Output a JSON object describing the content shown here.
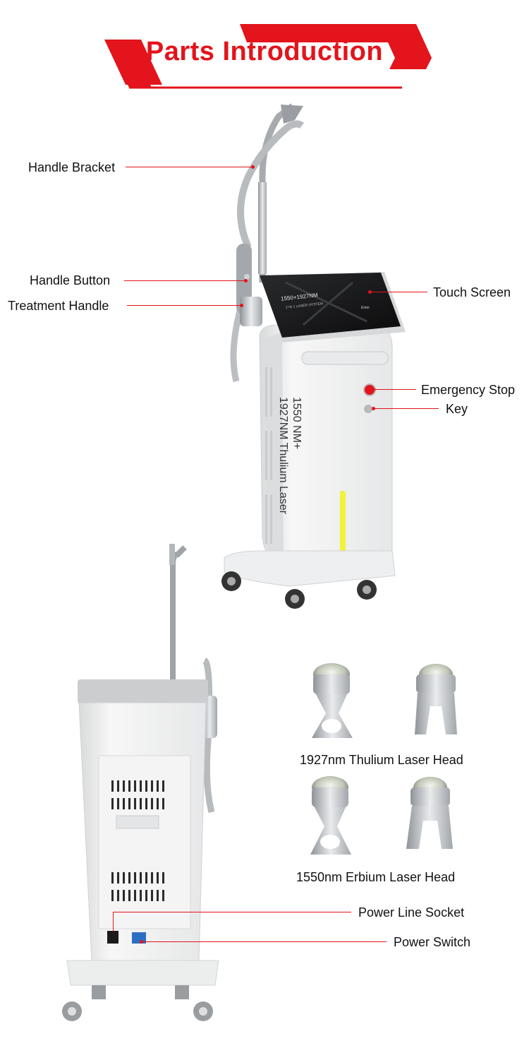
{
  "title": "Parts Introduction",
  "labels": {
    "handle_bracket": "Handle Bracket",
    "handle_button": "Handle Button",
    "treatment_handle": "Treatment Handle",
    "touch_screen": "Touch Screen",
    "emergency_stop": "Emergency Stop",
    "key": "Key",
    "power_line_socket": "Power Line Socket",
    "power_switch": "Power Switch"
  },
  "machine_text": {
    "line1": "1550 NM+",
    "line2": "1927NM Thulium Laser",
    "screen_title": "1550+1927NM",
    "screen_sub": "2 IN 1 LASER SYSTEM",
    "screen_button": "Enter"
  },
  "heads": {
    "thulium_caption": "1927nm Thulium Laser Head",
    "erbium_caption": "1550nm Erbium Laser Head"
  },
  "colors": {
    "accent": "#e3141b",
    "indicator": "#f1f23a"
  }
}
